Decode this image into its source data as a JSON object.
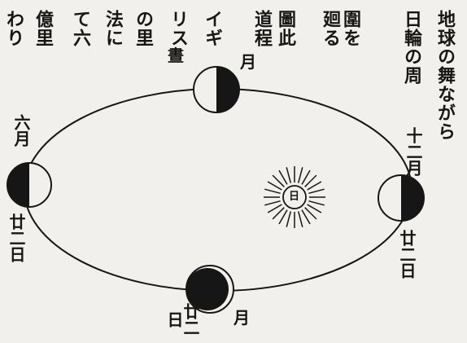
{
  "text_columns": [
    "地球の舞ながら",
    "日輪の周",
    "圍を",
    "廻る",
    "圖此",
    "道程",
    "イギ",
    "リス",
    "の里",
    "法に",
    "て六",
    "億里",
    "わり"
  ],
  "sun_label": "日",
  "orbit_labels": {
    "top_left": "晝",
    "top_right": "月",
    "right_month": "十二月",
    "right_day": "廿二日",
    "left_month": "六月",
    "left_day": "廿二日",
    "bottom_left": "廿二日",
    "bottom_right": "月"
  },
  "colors": {
    "paper": "#f1f0ec",
    "ink": "#161616"
  }
}
